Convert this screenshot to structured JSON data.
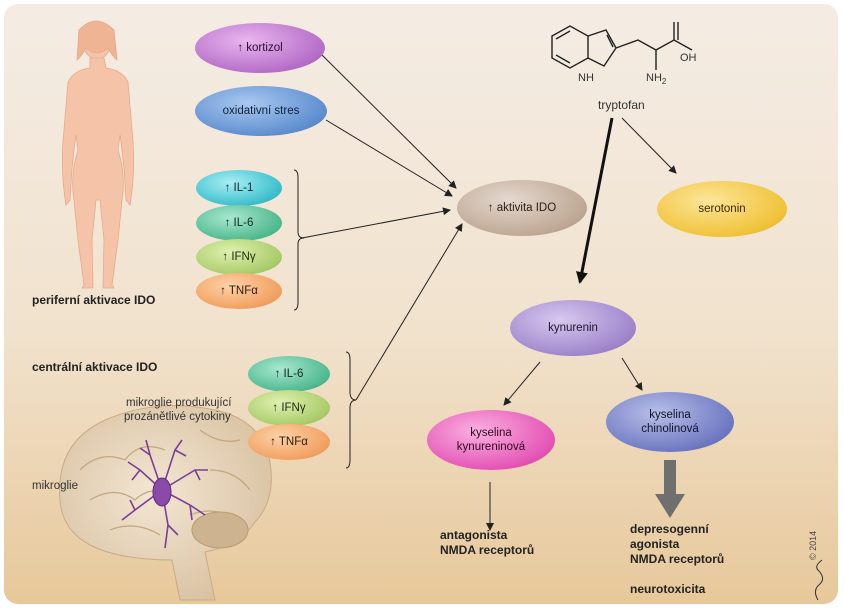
{
  "periph": {
    "kortizol": "↑ kortizol",
    "oxidativni": "oxidativní stres",
    "il1": "↑ IL-1",
    "il6": "↑ IL-6",
    "ifn": "↑ IFNγ",
    "tnf": "↑ TNFα",
    "label": "periferní aktivace IDO"
  },
  "central": {
    "label": "centrální aktivace IDO",
    "desc1": "mikroglie produkující",
    "desc2": "prozánětlivé cytokiny",
    "il6": "↑ IL-6",
    "ifn": "↑ IFNγ",
    "tnf": "↑ TNFα",
    "microglia": "mikroglie"
  },
  "ido": "↑ aktivita IDO",
  "tryptophan": {
    "label": "tryptofan",
    "nh": "NH",
    "nh2": "NH",
    "oh": "OH",
    "sub2": "2"
  },
  "serotonin": "serotonin",
  "kynurenin": "kynurenin",
  "kynurenic": {
    "line1": "kyselina",
    "line2": "kynureninová"
  },
  "quinolinic": {
    "line1": "kyselina",
    "line2": "chinolinová"
  },
  "antagonist": {
    "line1": "antagonista",
    "line2": "NMDA receptorů"
  },
  "agonist": {
    "line1": "depresogenní",
    "line2": "agonista",
    "line3": "NMDA receptorů",
    "line4": "neurotoxicita"
  },
  "copyright": "© 2014"
}
